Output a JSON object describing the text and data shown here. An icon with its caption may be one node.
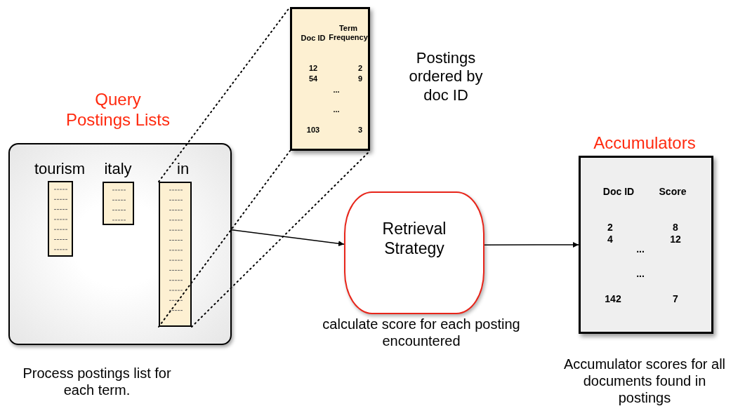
{
  "diagram": {
    "nodes": [
      {
        "text": [
          "Query Postings Lists"
        ],
        "beside": [
          "Process postings list for each term."
        ]
      },
      {
        "text": [
          "tourism"
        ],
        "in": 0
      },
      {
        "text": [
          "italy"
        ],
        "in": 0
      },
      {
        "text": [
          "in"
        ],
        "in": 0
      },
      {
        "text": [
          "Doc ID",
          "Term Frequency",
          "12",
          "2",
          "54",
          "9",
          "...",
          "...",
          "103",
          "3"
        ],
        "beside": [
          "Postings ordered by doc ID"
        ]
      },
      {
        "text": [
          "Retrieval Strategy"
        ],
        "beside": [
          "calculate score for each posting encountered"
        ]
      },
      {
        "text": [
          "Accumulators",
          "Doc ID",
          "Score",
          "2",
          "8",
          "4",
          "12",
          "...",
          "...",
          "142",
          "7"
        ],
        "beside": [
          "Accumulator scores for all documents found in postings"
        ]
      }
    ],
    "edges": [
      {
        "from": 3,
        "to": 4,
        "arrow": "none",
        "style": "dashed"
      },
      {
        "from": 3,
        "to": 4,
        "arrow": "none",
        "style": "dashed"
      },
      {
        "from": 3,
        "to": 4,
        "arrow": "none",
        "style": "dashed"
      },
      {
        "from": 0,
        "to": 5,
        "arrow": "to"
      },
      {
        "from": 5,
        "to": 6,
        "arrow": "to"
      }
    ]
  }
}
